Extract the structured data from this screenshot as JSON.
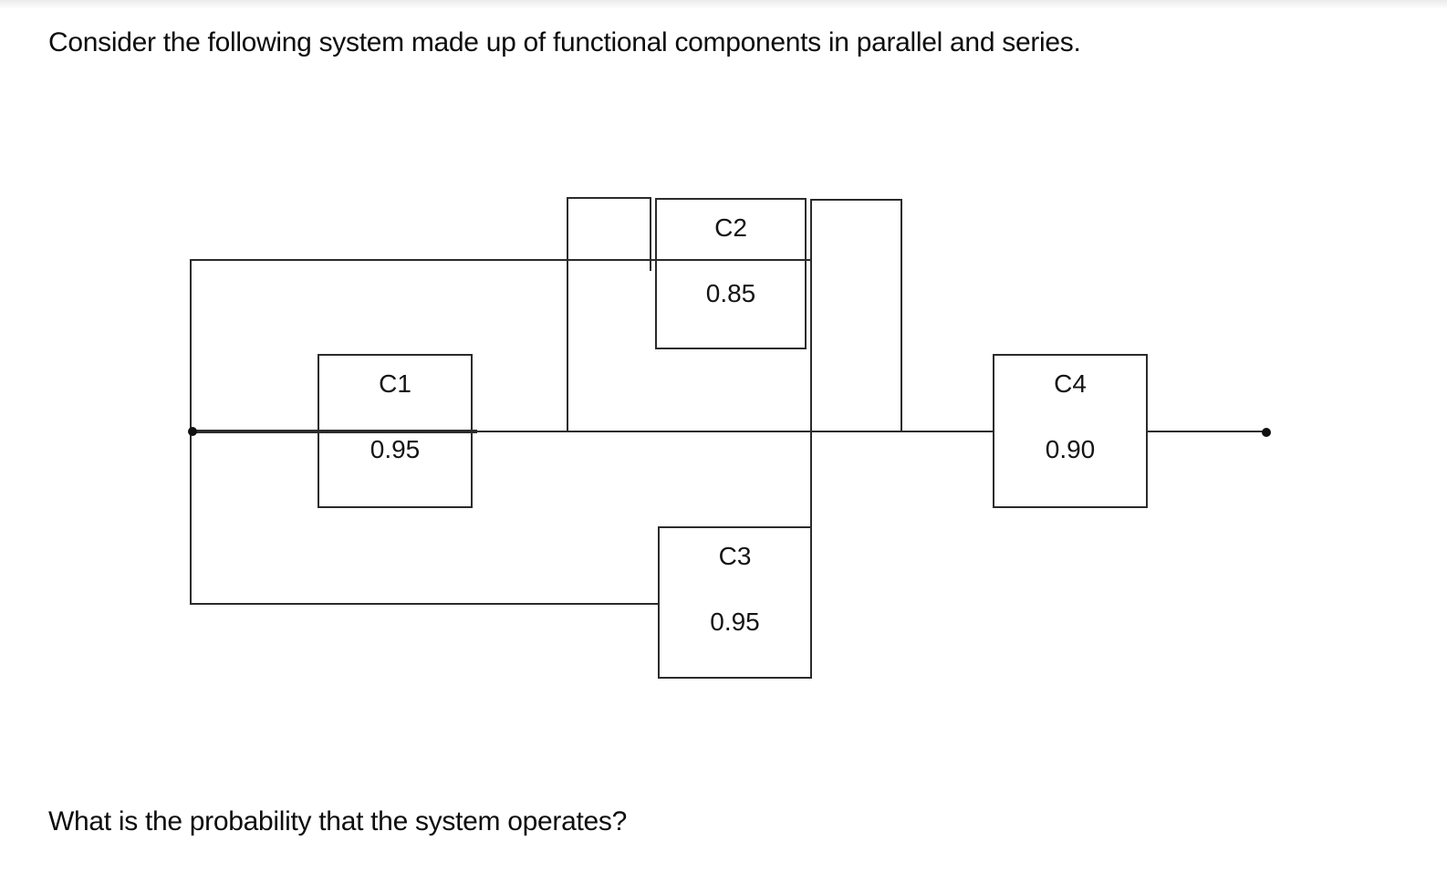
{
  "header": {
    "question": "Consider the following system made up of functional components in parallel and series."
  },
  "footer": {
    "prompt": "What is the probability that the system operates?"
  },
  "diagram": {
    "type": "reliability-block-diagram",
    "structure": "input splits into three parallel paths (top: C2, middle: C1, bottom: C3) which merge before series component C4",
    "components": [
      {
        "id": "C1",
        "label": "C1",
        "reliability": "0.95"
      },
      {
        "id": "C2",
        "label": "C2",
        "reliability": "0.85"
      },
      {
        "id": "C3",
        "label": "C3",
        "reliability": "0.95"
      },
      {
        "id": "C4",
        "label": "C4",
        "reliability": "0.90"
      }
    ],
    "colors": {
      "line": "#2b2b2b",
      "text": "#141414",
      "background": "#ffffff"
    }
  }
}
